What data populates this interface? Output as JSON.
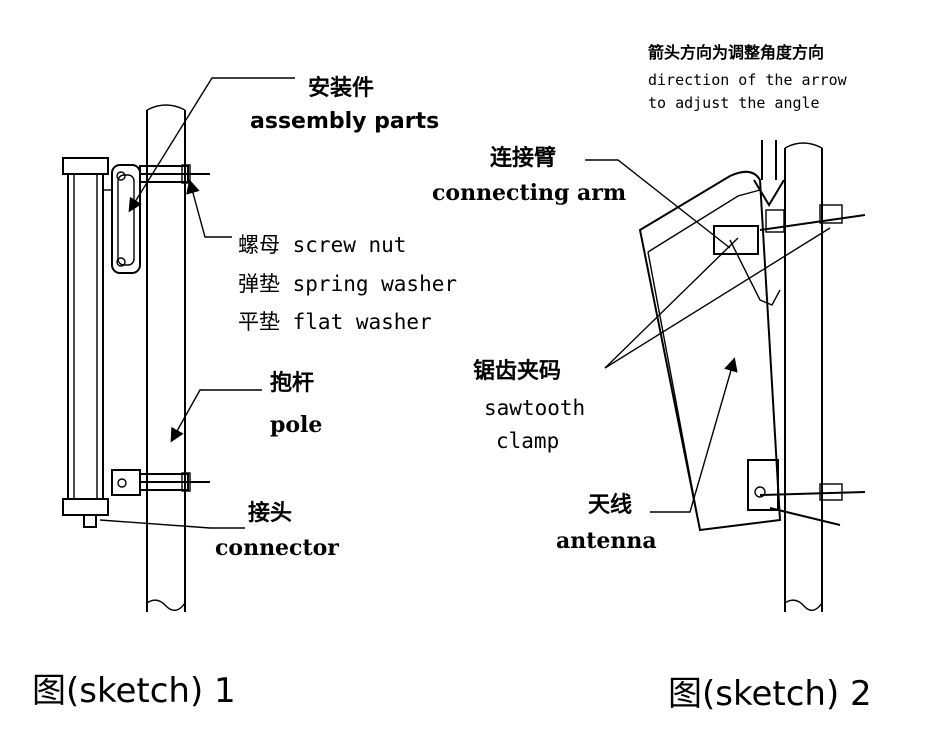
{
  "figure1": {
    "assembly_parts_cn": "安装件",
    "assembly_parts_en": "assembly parts",
    "screw_nut": "螺母 screw nut",
    "spring_washer": "弹垫 spring washer",
    "flat_washer": "平垫 flat washer",
    "pole_cn": "抱杆",
    "pole_en": "pole",
    "connector_cn": "接头",
    "connector_en": "connector",
    "caption": "图(sketch) 1"
  },
  "figure2": {
    "arrow_note_cn": "箭头方向为调整角度方向",
    "arrow_note_en_1": "direction of the arrow",
    "arrow_note_en_2": "to adjust the angle",
    "connecting_arm_cn": "连接臂",
    "connecting_arm_en": "connecting arm",
    "sawtooth_cn": "锯齿夹码",
    "sawtooth_en_1": "sawtooth",
    "sawtooth_en_2": "clamp",
    "antenna_cn": "天线",
    "antenna_en": "antenna",
    "caption": "图(sketch) 2"
  }
}
